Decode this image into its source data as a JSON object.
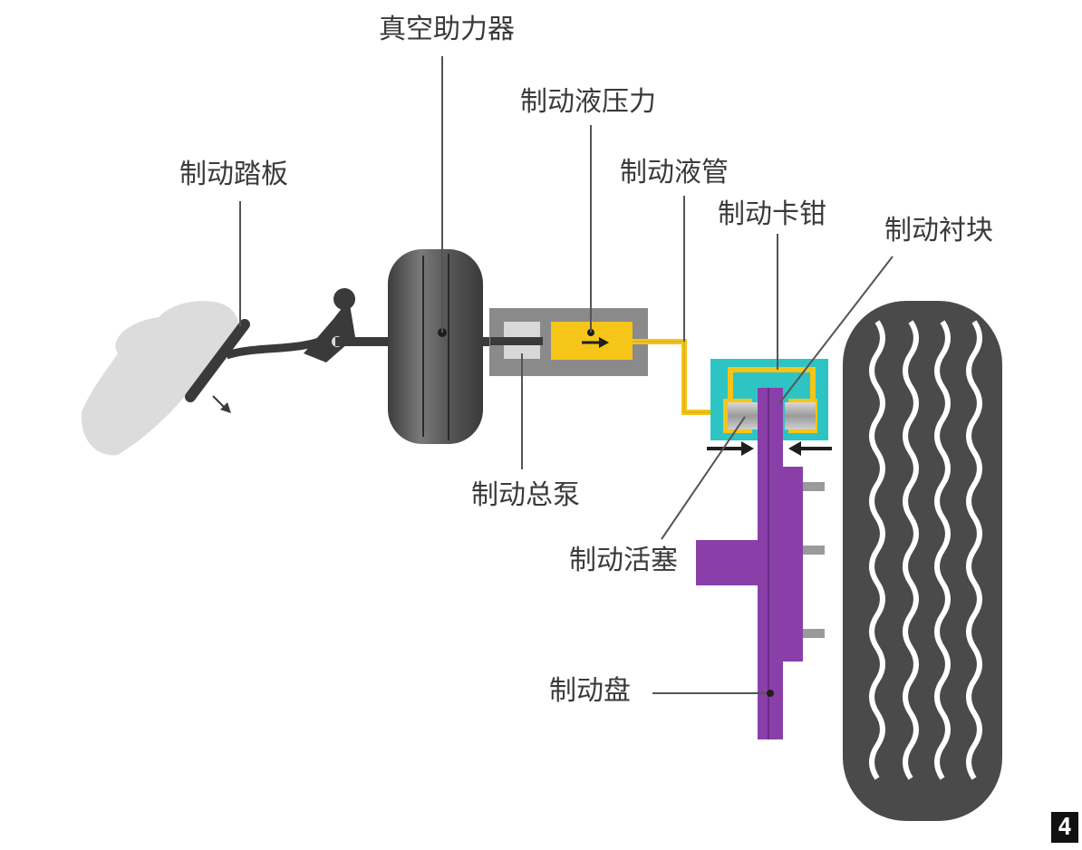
{
  "labels": {
    "vacuum_booster": "真空助力器",
    "brake_fluid_pressure": "制动液压力",
    "brake_pedal": "制动踏板",
    "brake_line": "制动液管",
    "brake_caliper": "制动卡钳",
    "brake_pad": "制动衬块",
    "master_cylinder": "制动总泵",
    "brake_piston": "制动活塞",
    "brake_disc": "制动盘"
  },
  "page_number": "4",
  "colors": {
    "fluid": "#f5c518",
    "caliper": "#2ec4c4",
    "disc": "#8a3fa8",
    "booster": "#555555",
    "tire": "#4a4a4a",
    "leader": "#555555"
  }
}
